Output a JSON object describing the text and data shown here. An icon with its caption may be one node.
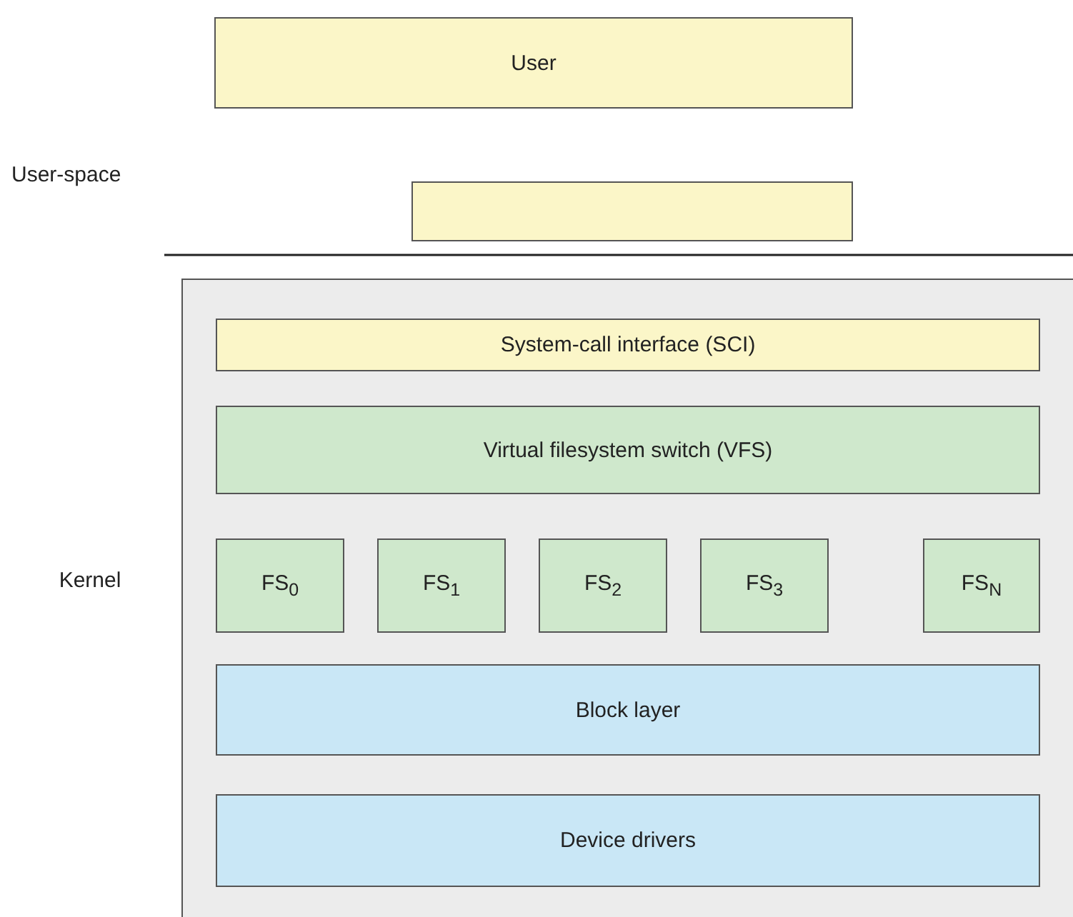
{
  "diagram": {
    "nodes": [
      {
        "text": [
          "User"
        ]
      },
      {
        "text": [],
        "shape": "box"
      },
      {
        "text": [
          "Kernel"
        ]
      },
      {
        "text": [
          "System-call interface (SCI)"
        ],
        "in": 2
      },
      {
        "text": [
          "Virtual filesystem switch (VFS)"
        ],
        "in": 2
      },
      {
        "text": [
          "FS$_{0}$"
        ],
        "in": 2
      },
      {
        "text": [
          "FS$_{1}$"
        ],
        "in": 2
      },
      {
        "text": [
          "FS$_{2}$"
        ],
        "in": 2
      },
      {
        "text": [
          "FS$_{3}$"
        ],
        "in": 2
      },
      {
        "text": [
          "FS$_{N}$"
        ],
        "in": 2
      },
      {
        "text": [
          "Block layer"
        ],
        "in": 2
      },
      {
        "text": [
          "Device drivers"
        ],
        "in": 2
      }
    ],
    "labels": [
      "User-space"
    ]
  }
}
